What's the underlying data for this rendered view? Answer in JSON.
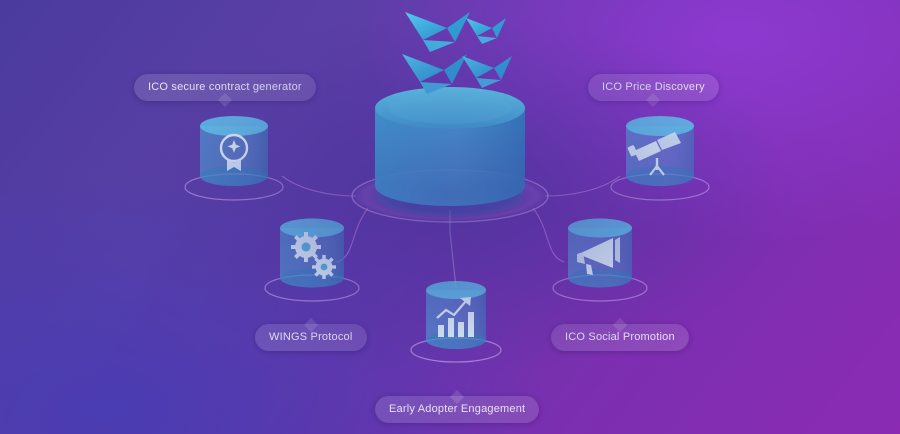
{
  "diagram": {
    "title_nodes": [
      {
        "id": "contract",
        "label": "ICO secure contract generator",
        "icon": "badge-star-icon"
      },
      {
        "id": "price",
        "label": "ICO Price Discovery",
        "icon": "telescope-icon"
      },
      {
        "id": "wings",
        "label": "WINGS Protocol",
        "icon": "gears-icon"
      },
      {
        "id": "social",
        "label": "ICO Social Promotion",
        "icon": "megaphone-icon"
      },
      {
        "id": "early",
        "label": "Early Adopter Engagement",
        "icon": "bar-chart-growth-icon"
      }
    ],
    "center_node": {
      "name": "central-hub-cylinder",
      "icon": "cylinder-icon"
    },
    "birds": {
      "name": "origami-birds",
      "count": 4
    },
    "colors": {
      "background_left": "#4b3b9e",
      "background_right": "#8b2bb4",
      "cylinder_top": "#49c6e8",
      "cylinder_body": "#3aa9d8",
      "accent_line": "#c07adf",
      "bird_fill": "#35b9e6",
      "pill_text": "#e7e2f7"
    }
  }
}
